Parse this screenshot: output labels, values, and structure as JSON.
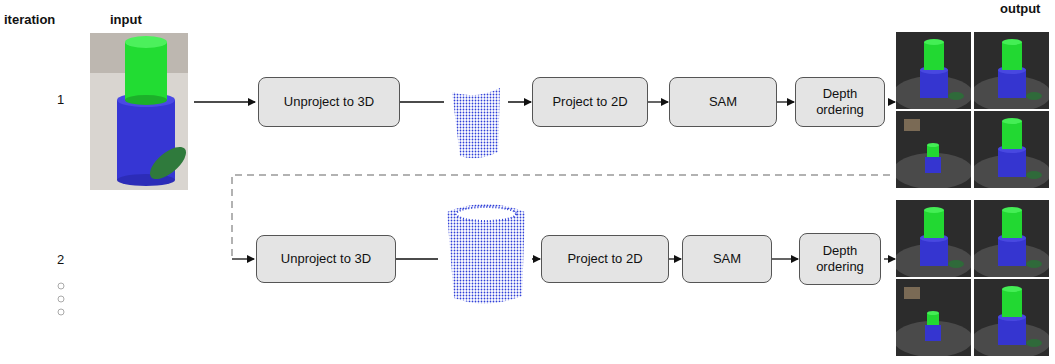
{
  "diagram": {
    "nodes": [
      {
        "text": [
          "Unproject to 3D"
        ]
      },
      {
        "text": [
          "Project to 2D"
        ]
      },
      {
        "text": [
          "SAM"
        ]
      },
      {
        "text": [
          "Depth ordering"
        ]
      },
      {
        "text": [
          "Unproject to 3D"
        ]
      },
      {
        "text": [
          "Project to 2D"
        ]
      },
      {
        "text": [
          "SAM"
        ]
      },
      {
        "text": [
          "Depth ordering"
        ]
      }
    ],
    "edges": [
      {
        "from": 0,
        "to": 1,
        "arrow": "to"
      },
      {
        "from": 1,
        "to": 2,
        "arrow": "to"
      },
      {
        "from": 2,
        "to": 3,
        "arrow": "to"
      },
      {
        "from": 4,
        "to": 5,
        "arrow": "to"
      },
      {
        "from": 5,
        "to": 6,
        "arrow": "to"
      },
      {
        "from": 6,
        "to": 7,
        "arrow": "to"
      }
    ],
    "labels": [
      "iteration",
      "input",
      "output",
      "1",
      "2"
    ]
  }
}
